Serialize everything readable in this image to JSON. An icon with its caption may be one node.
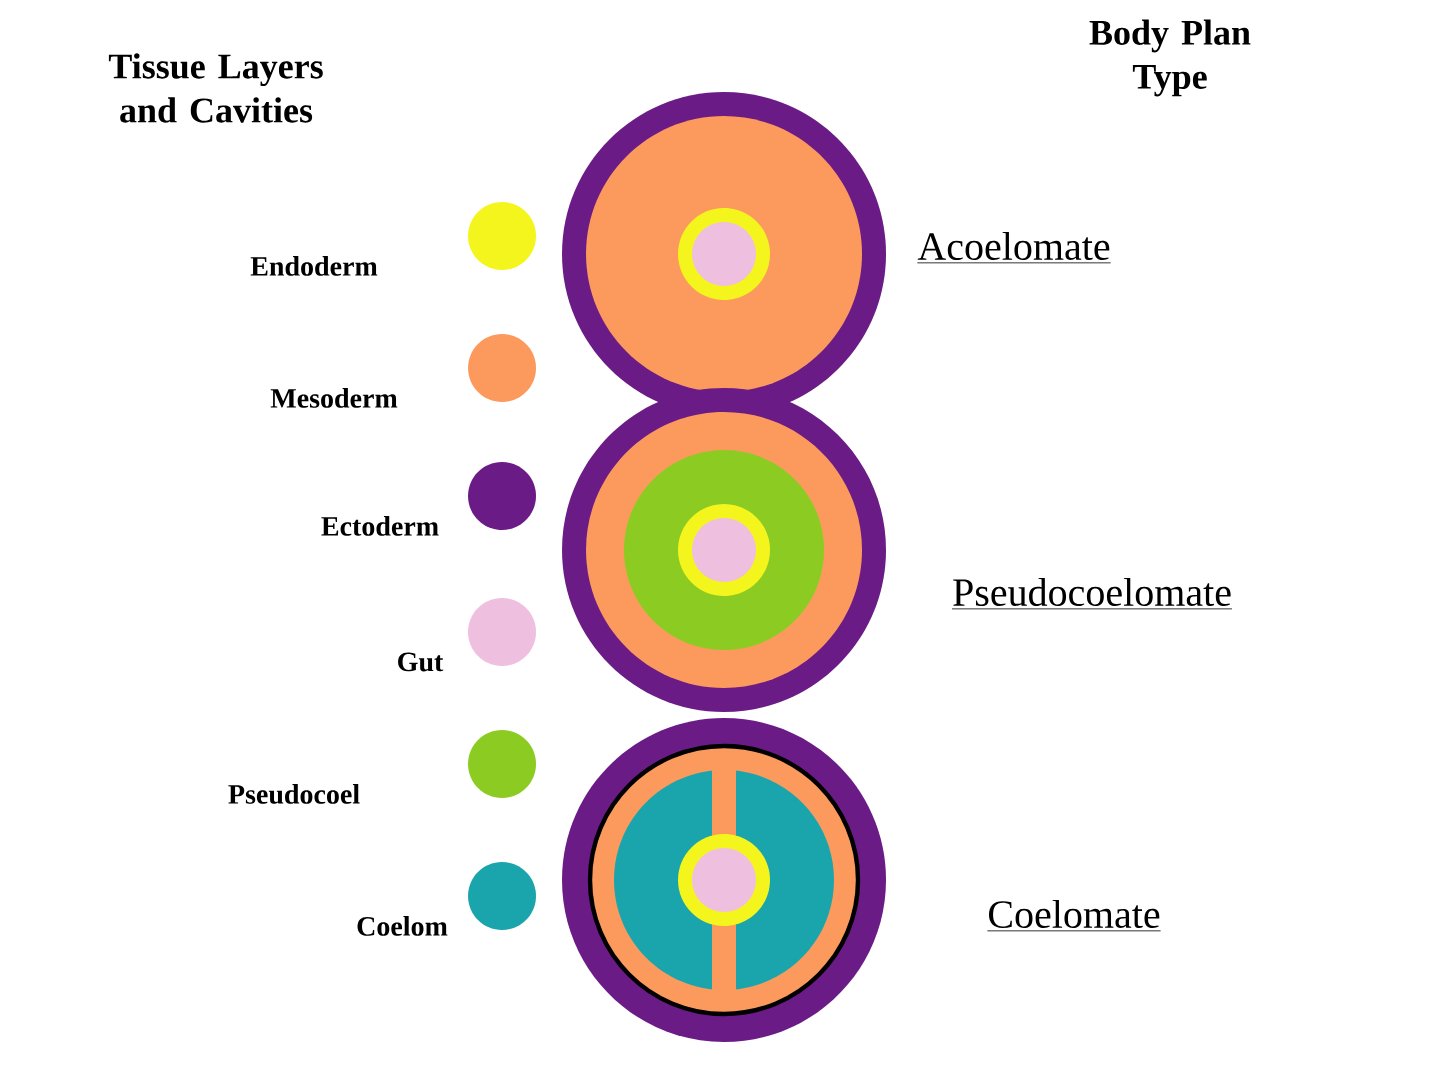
{
  "diagram": {
    "labels": [
      "Tissue Layers and Cavities",
      "Body Plan Type",
      "Acoelomate",
      "Pseudocoelomate",
      "Coelomate"
    ],
    "legend": [
      {
        "text": "Endoderm",
        "color": "#f5f51e"
      },
      {
        "text": "Mesoderm",
        "color": "#fc9a5e"
      },
      {
        "text": "Ectoderm",
        "color": "#6a1b86"
      },
      {
        "text": "Gut",
        "color": "#efbfe0"
      },
      {
        "text": "Pseudocoel",
        "color": "#8ccc22"
      },
      {
        "text": "Coelom",
        "color": "#1aa5ad"
      }
    ]
  }
}
